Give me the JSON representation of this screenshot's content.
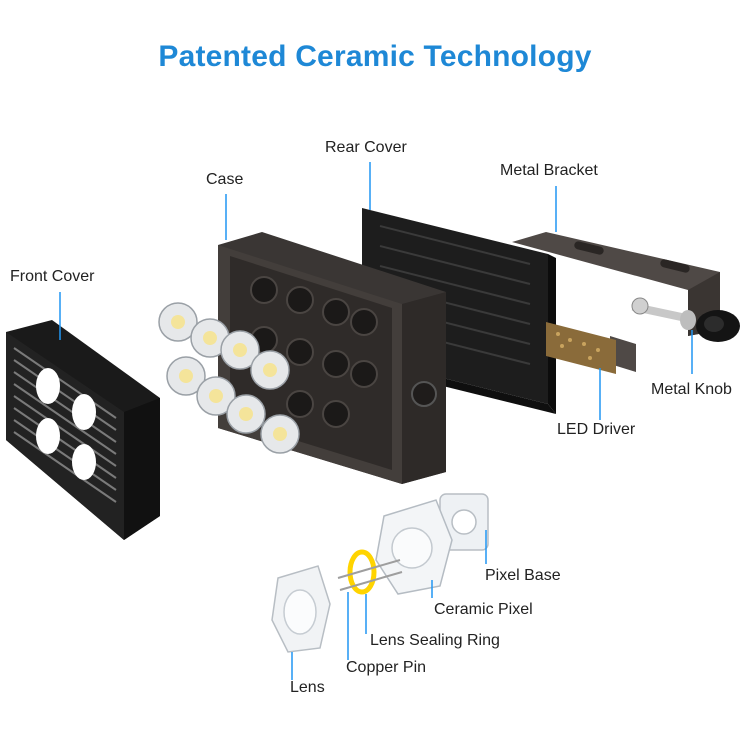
{
  "title": "Patented Ceramic Technology",
  "colors": {
    "title": "#1e88d6",
    "leader": "#2196f3",
    "case": "#3e3a38",
    "rear_cover": "#1e1e1e",
    "bracket": "#5a534f",
    "ring": "#ffd400",
    "pixel": "#e8ecf0"
  },
  "labels": {
    "front_cover": "Front Cover",
    "case": "Case",
    "rear_cover": "Rear Cover",
    "metal_bracket": "Metal Bracket",
    "metal_knob": "Metal Knob",
    "led_driver": "LED Driver",
    "pixel_base": "Pixel Base",
    "ceramic_pixel": "Ceramic Pixel",
    "lens_sealing_ring": "Lens Sealing Ring",
    "copper_pin": "Copper Pin",
    "lens": "Lens"
  }
}
